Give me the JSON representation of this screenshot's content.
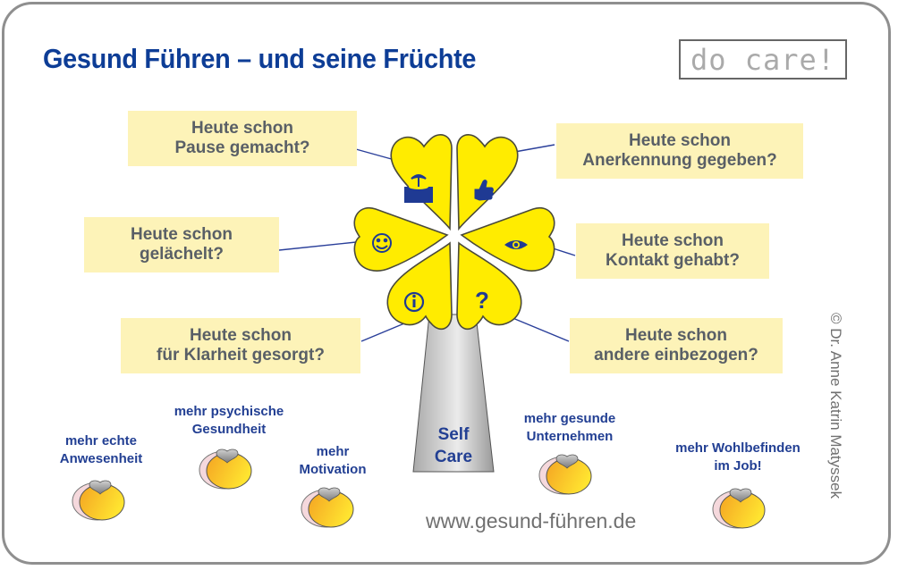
{
  "title": "Gesund Führen – und seine Früchte",
  "logo": "do care!",
  "questions": {
    "pause": {
      "line1": "Heute schon",
      "line2": "Pause gemacht?",
      "icon": "island-icon"
    },
    "anerkennung": {
      "line1": "Heute schon",
      "line2": "Anerkennung gegeben?",
      "icon": "thumbs-up-icon"
    },
    "laecheln": {
      "line1": "Heute schon",
      "line2": "gelächelt?",
      "icon": "smiley-icon"
    },
    "kontakt": {
      "line1": "Heute schon",
      "line2": "Kontakt gehabt?",
      "icon": "eye-icon"
    },
    "klarheit": {
      "line1": "Heute schon",
      "line2": "für Klarheit gesorgt?",
      "icon": "info-icon"
    },
    "einbezogen": {
      "line1": "Heute schon",
      "line2": "andere einbezogen?",
      "icon": "question-icon"
    }
  },
  "trunk": {
    "line1": "Self",
    "line2": "Care"
  },
  "fruits": [
    {
      "line1": "mehr echte",
      "line2": "Anwesenheit"
    },
    {
      "line1": "mehr psychische",
      "line2": "Gesundheit"
    },
    {
      "line1": "mehr",
      "line2": "Motivation"
    },
    {
      "line1": "mehr gesunde",
      "line2": "Unternehmen"
    },
    {
      "line1": "mehr Wohlbefinden",
      "line2": "im Job!"
    }
  ],
  "url": "www.gesund-führen.de",
  "copyright": "© Dr. Anne Katrin Matyssek",
  "colors": {
    "title": "#0d3d96",
    "leaf": "#ffec00",
    "box": "#fdf3b8",
    "icon": "#1f3a93",
    "trunk": "#c8c8c8",
    "fruit": "#f6b52a"
  }
}
